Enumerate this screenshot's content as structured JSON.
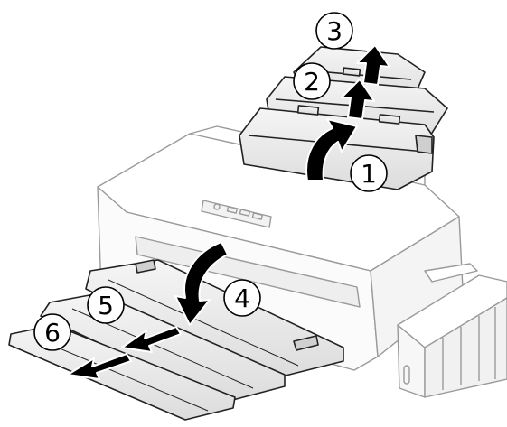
{
  "colors": {
    "body_fill": "#ffffff",
    "outline": "#222222",
    "light_outline": "#9a9a9a",
    "tray_fill": "#ececec",
    "tray_dark": "#d6d6d6",
    "arrow_fill": "#000000",
    "arrow_stroke": "#ffffff",
    "callout_fill": "#ffffff",
    "callout_stroke": "#000000"
  },
  "icons": {
    "printer": "printer-icon",
    "arrow": "arrow-icon"
  },
  "callouts": [
    {
      "id": "1",
      "label": "1",
      "name": "callout-1"
    },
    {
      "id": "2",
      "label": "2",
      "name": "callout-2"
    },
    {
      "id": "3",
      "label": "3",
      "name": "callout-3"
    },
    {
      "id": "4",
      "label": "4",
      "name": "callout-4"
    },
    {
      "id": "5",
      "label": "5",
      "name": "callout-5"
    },
    {
      "id": "6",
      "label": "6",
      "name": "callout-6"
    }
  ]
}
